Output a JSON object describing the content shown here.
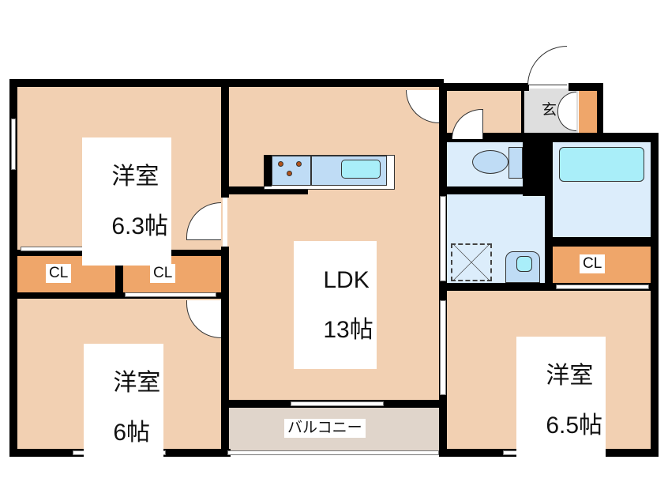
{
  "floorplan": {
    "rooms": [
      {
        "id": "western-room-1",
        "name": "洋室",
        "size": "6.3帖"
      },
      {
        "id": "ldk",
        "name": "LDK",
        "size": "13帖"
      },
      {
        "id": "western-room-2",
        "name": "洋室",
        "size": "6帖"
      },
      {
        "id": "western-room-3",
        "name": "洋室",
        "size": "6.5帖"
      }
    ],
    "closets": [
      {
        "label": "CL"
      },
      {
        "label": "CL"
      },
      {
        "label": "CL"
      }
    ],
    "entrance": {
      "label": "玄"
    },
    "balcony": {
      "label": "バルコニー"
    },
    "colors": {
      "room": "#f2d0b2",
      "closet": "#efa66a",
      "wet_area": "#dcedfb",
      "entrance": "#dedede",
      "balcony": "#e0d5cb",
      "wall": "#000000"
    }
  }
}
